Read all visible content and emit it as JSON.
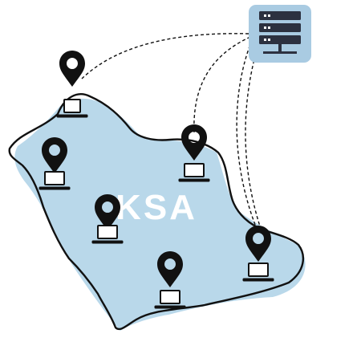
{
  "map": {
    "region_label": "KSA",
    "colors": {
      "land_fill": "#b9d8ea",
      "outline": "#111111",
      "label": "#ffffff",
      "pin": "#111111",
      "server_box": "#a9cbe2",
      "server_unit": "#2c3140"
    },
    "icons": {
      "server": "server-rack-icon",
      "pin": "map-pin-icon",
      "terminal": "laptop-icon"
    },
    "connection_style": "dashed",
    "locations": [
      {
        "id": "north-west"
      },
      {
        "id": "west"
      },
      {
        "id": "central"
      },
      {
        "id": "south-west"
      },
      {
        "id": "east"
      },
      {
        "id": "south-east"
      }
    ],
    "connected_to_server": [
      "north-west",
      "east",
      "south-east"
    ]
  }
}
